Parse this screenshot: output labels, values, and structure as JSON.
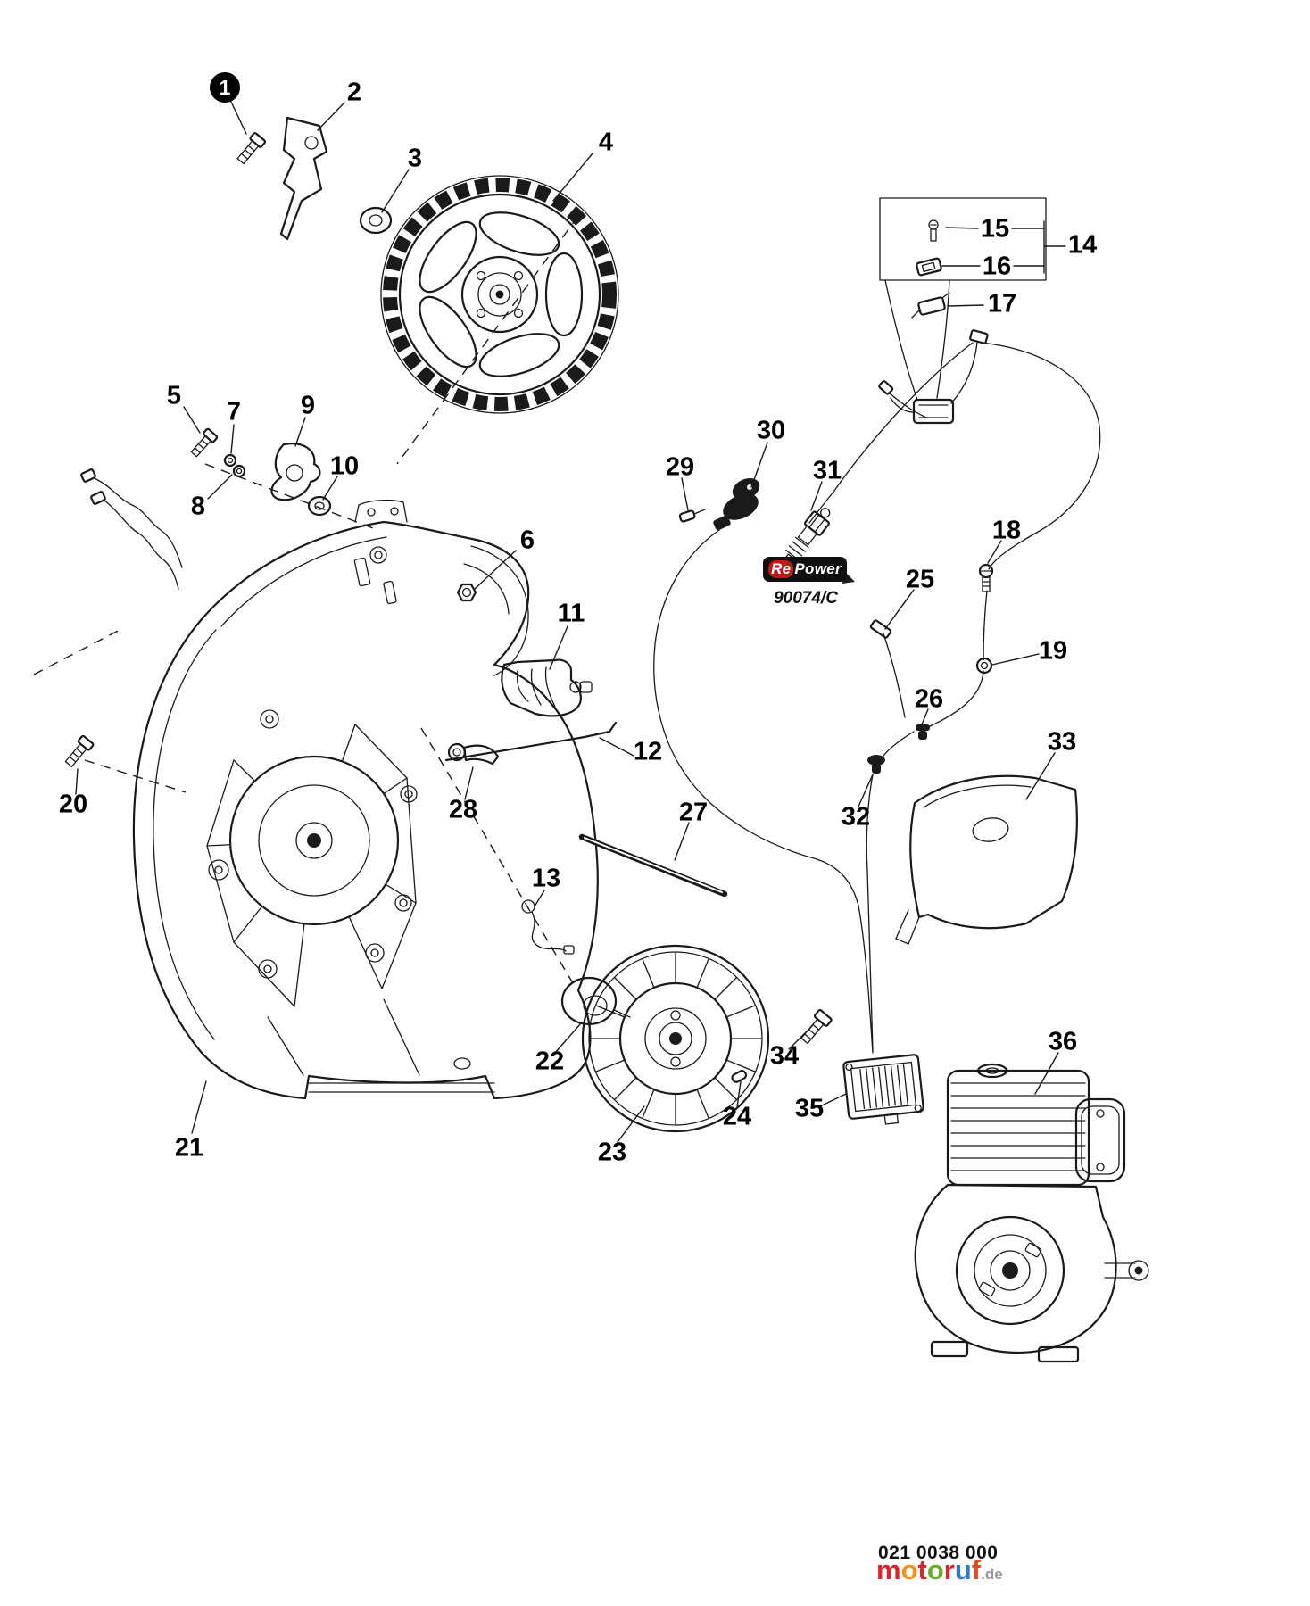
{
  "diagram": {
    "footer_code": "021 0038 000",
    "brand_badge": {
      "re": "Re",
      "power": "Power",
      "code": "90074/C"
    },
    "watermark": {
      "l1": "m",
      "l2": "o",
      "l3": "t",
      "l4": "o",
      "l5": "r",
      "l6": "u",
      "l7": "f",
      "suffix": ".de",
      "colors": {
        "l1": "#d9262c",
        "l2": "#f2911d",
        "l3": "#d9262c",
        "l4": "#6aab2e",
        "l5": "#d9262c",
        "l6": "#2f7cc4",
        "l7": "#e04a1f",
        "suffix": "#999999"
      }
    },
    "line_color": "#1a1a1a",
    "callouts": {
      "c1": "1",
      "c2": "2",
      "c3": "3",
      "c4": "4",
      "c5": "5",
      "c6": "6",
      "c7": "7",
      "c8": "8",
      "c9": "9",
      "c10": "10",
      "c11": "11",
      "c12": "12",
      "c13": "13",
      "c14": "14",
      "c15": "15",
      "c16": "16",
      "c17": "17",
      "c18": "18",
      "c19": "19",
      "c20": "20",
      "c21": "21",
      "c22": "22",
      "c23": "23",
      "c24": "24",
      "c25": "25",
      "c26": "26",
      "c27": "27",
      "c28": "28",
      "c29": "29",
      "c30": "30",
      "c31": "31",
      "c32": "32",
      "c33": "33",
      "c34": "34",
      "c35": "35",
      "c36": "36"
    }
  }
}
